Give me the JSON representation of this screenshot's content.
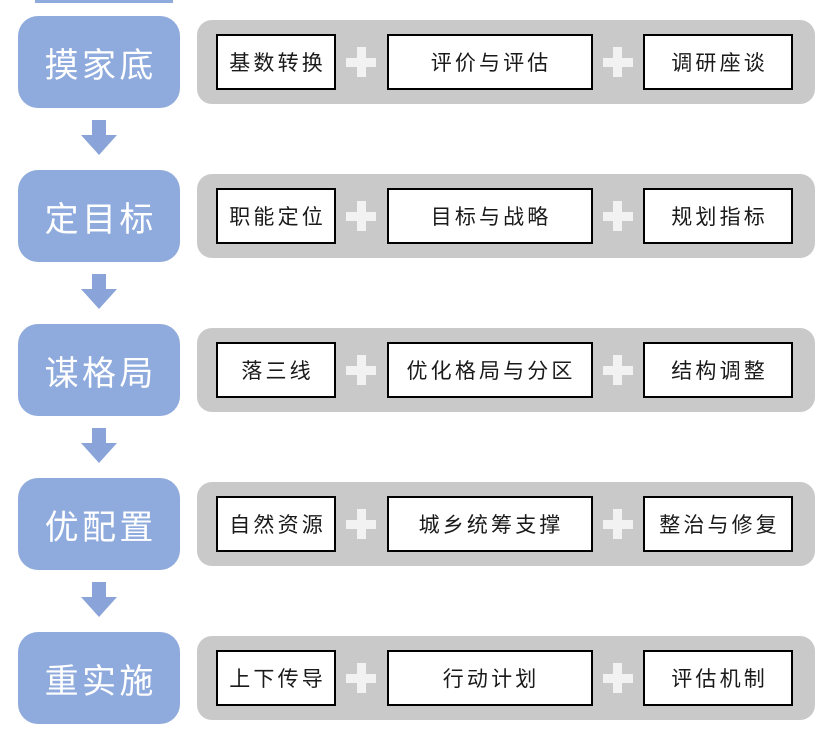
{
  "diagram": {
    "title": "planning-workflow-flowchart",
    "rows": [
      {
        "stage": "摸家底",
        "steps": [
          "基数转换",
          "评价与评估",
          "调研座谈"
        ]
      },
      {
        "stage": "定目标",
        "steps": [
          "职能定位",
          "目标与战略",
          "规划指标"
        ]
      },
      {
        "stage": "谋格局",
        "steps": [
          "落三线",
          "优化格局与分区",
          "结构调整"
        ]
      },
      {
        "stage": "优配置",
        "steps": [
          "自然资源",
          "城乡统筹支撑",
          "整治与修复"
        ]
      },
      {
        "stage": "重实施",
        "steps": [
          "上下传导",
          "行动计划",
          "评估机制"
        ]
      }
    ],
    "icons": {
      "connector": "plus-icon",
      "flow": "down-arrow-icon"
    }
  },
  "colors": {
    "stage_blue": "#8FAADC",
    "arrow_blue": "#8AA4D9",
    "bar_gray": "#C9C9C9",
    "box_border": "#000000",
    "box_bg": "#FFFFFF",
    "plus_color": "#F2F2F2",
    "page_bg": "#FFFFFF"
  }
}
